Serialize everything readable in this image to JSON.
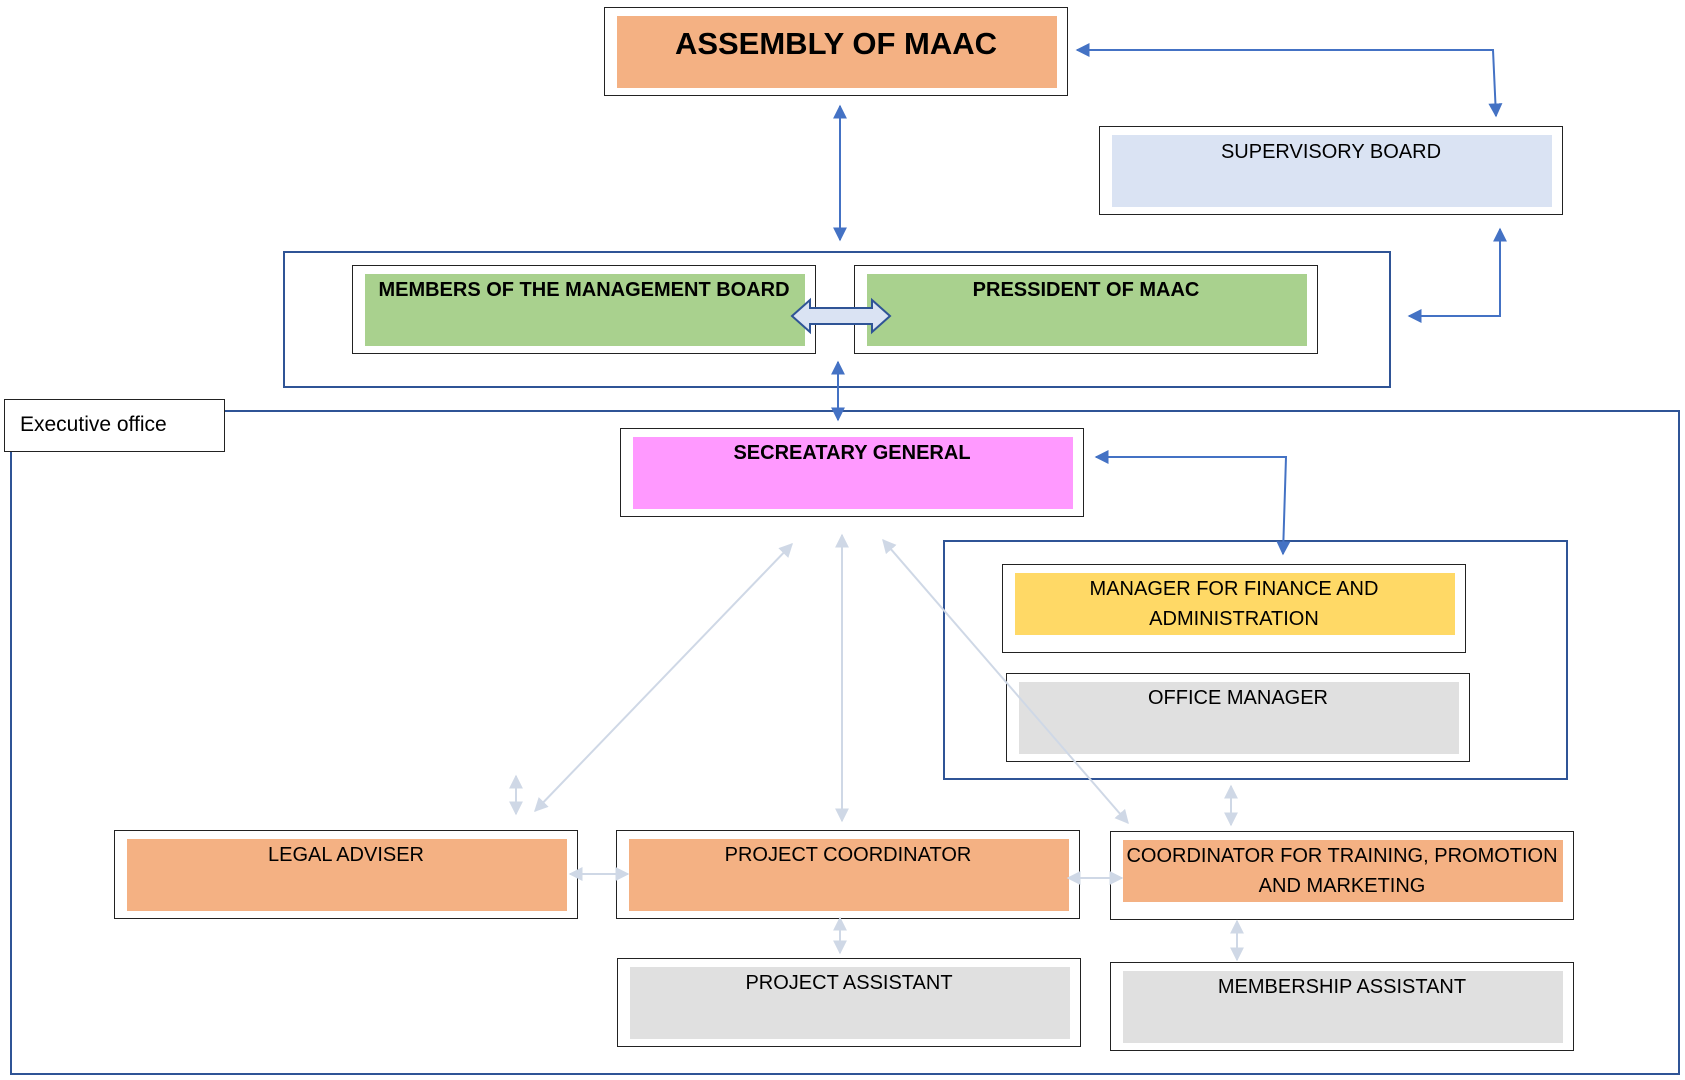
{
  "diagram": {
    "assembly": "ASSEMBLY OF MAAC",
    "supervisory_board": "SUPERVISORY BOARD",
    "management_board_members": "MEMBERS OF THE MANAGEMENT BOARD",
    "president": "PRESSIDENT OF MAAC",
    "executive_office": "Executive office",
    "secretary_general": "SECREATARY GENERAL",
    "finance_manager": [
      "MANAGER FOR FINANCE AND",
      "ADMINISTRATION"
    ],
    "office_manager": "OFFICE MANAGER",
    "legal_adviser": "LEGAL ADVISER",
    "project_coordinator": "PROJECT COORDINATOR",
    "training_coordinator": [
      "COORDINATOR FOR TRAINING, PROMOTION",
      "AND MARKETING"
    ],
    "project_assistant": "PROJECT ASSISTANT",
    "membership_assistant": "MEMBERSHIP ASSISTANT"
  },
  "colors": {
    "orange": "#f4b183",
    "light_blue": "#dae3f3",
    "green": "#a9d18e",
    "magenta": "#ff99ff",
    "yellow": "#ffd966",
    "gray": "#e0e0e0",
    "group_border": "#2f5496",
    "arrow_blue": "#4472c4",
    "arrow_light": "#cfd8e6"
  }
}
